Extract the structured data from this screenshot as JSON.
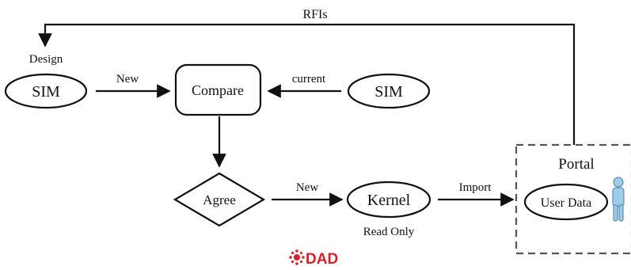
{
  "diagram": {
    "nodes": {
      "design_sim": {
        "label": "SIM",
        "caption": "Design"
      },
      "compare": {
        "label": "Compare"
      },
      "current_sim": {
        "label": "SIM"
      },
      "agree": {
        "label": "Agree"
      },
      "kernel": {
        "label": "Kernel",
        "caption": "Read Only"
      },
      "portal": {
        "title": "Portal",
        "user_data_label": "User Data"
      }
    },
    "edges": {
      "rfis": "RFIs",
      "design_to_compare": "New",
      "current_to_compare": "current",
      "agree_to_kernel": "New",
      "kernel_to_portal": "Import"
    }
  },
  "logo": {
    "text": "DAD",
    "color": "#d6202a"
  },
  "colors": {
    "stroke": "#111111",
    "person_fill": "#9ecbe8",
    "person_stroke": "#4a7fa8"
  }
}
